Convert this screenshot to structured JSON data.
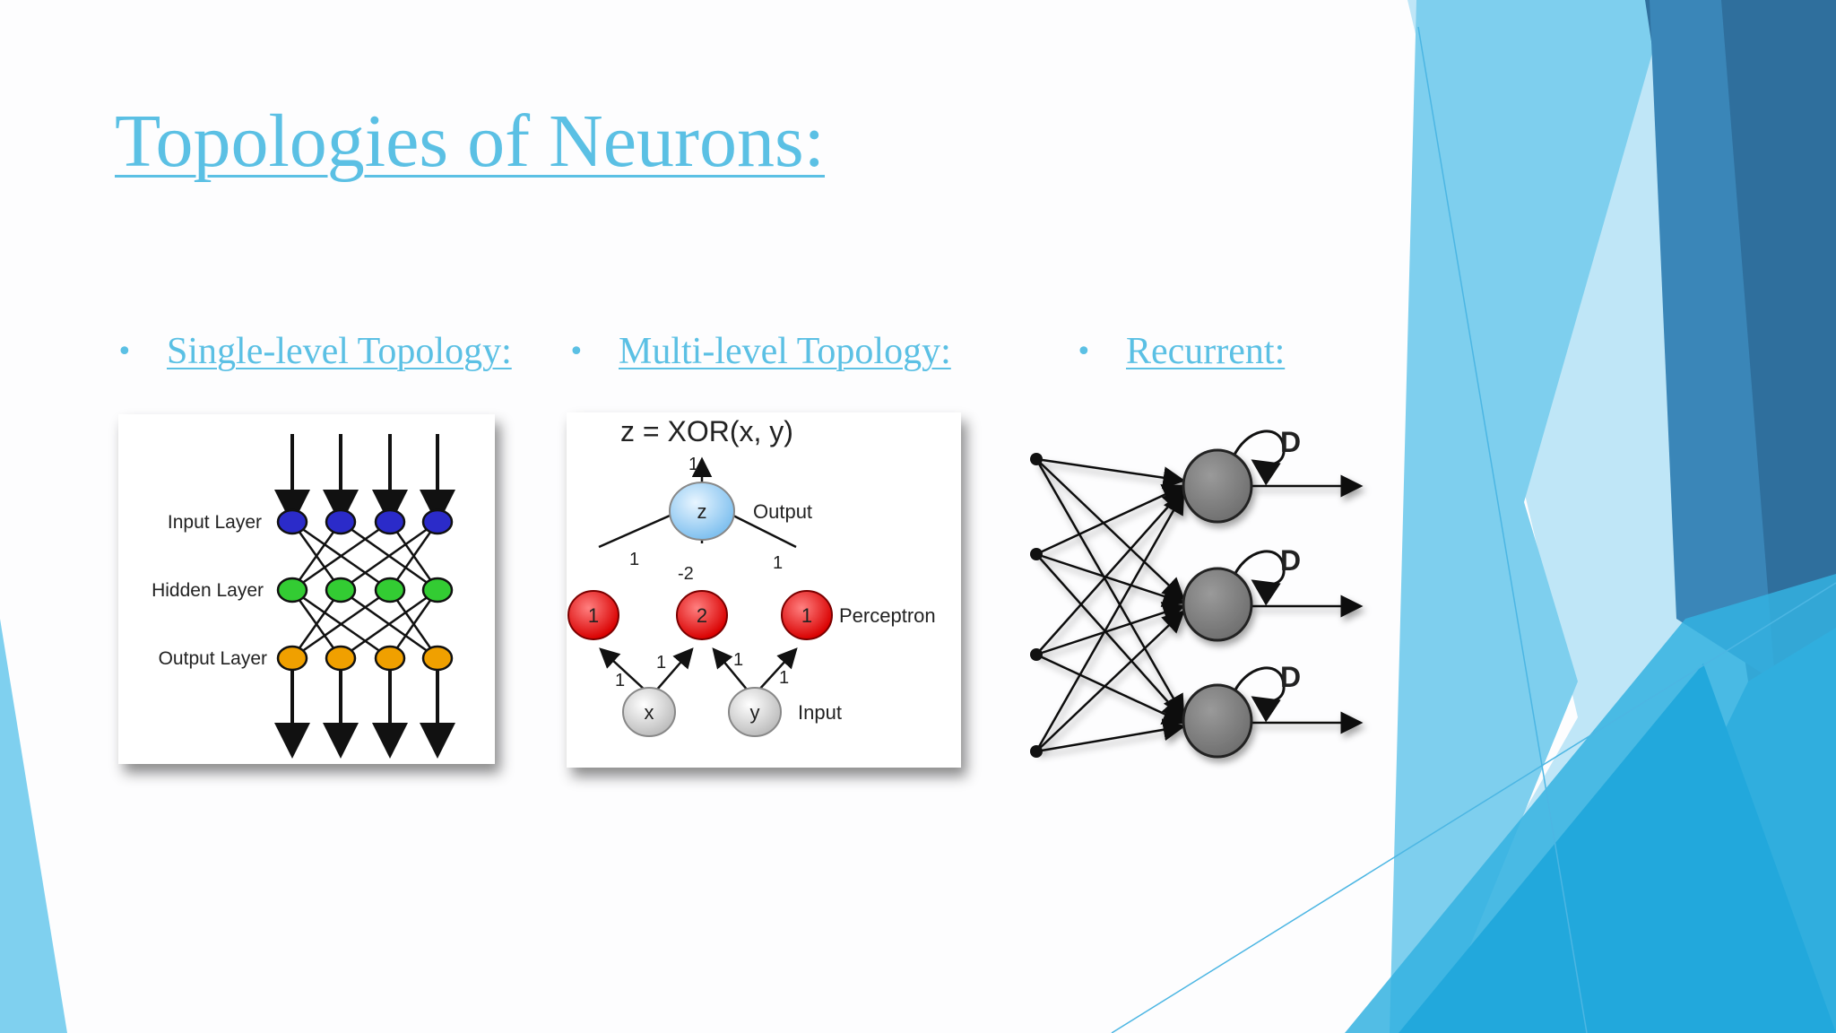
{
  "slide": {
    "title": "Topologies of Neurons:",
    "bullets": [
      {
        "label": "Single-level Topology:"
      },
      {
        "label": "Multi-level Topology:"
      },
      {
        "label": "Recurrent:"
      }
    ]
  },
  "single_level_figure": {
    "layer_labels": [
      "Input Layer",
      "Hidden Layer",
      "Output Layer"
    ],
    "layer_colors": [
      "#2b2bc9",
      "#33cc33",
      "#f0a000"
    ]
  },
  "multi_level_figure": {
    "formula": "z = XOR(x, y)",
    "output_node": "z",
    "output_label": "Output",
    "perceptron_nodes": [
      "1",
      "2",
      "1"
    ],
    "perceptron_label": "Perceptron",
    "input_nodes": [
      "x",
      "y"
    ],
    "input_label": "Input",
    "weights": {
      "top": "1",
      "left": "1",
      "middle": "-2",
      "right": "1",
      "x_left": "1",
      "x_mid": "1",
      "y_mid": "1",
      "y_right": "1"
    }
  },
  "recurrent_figure": {
    "delay_labels": [
      "D",
      "D",
      "D"
    ]
  }
}
